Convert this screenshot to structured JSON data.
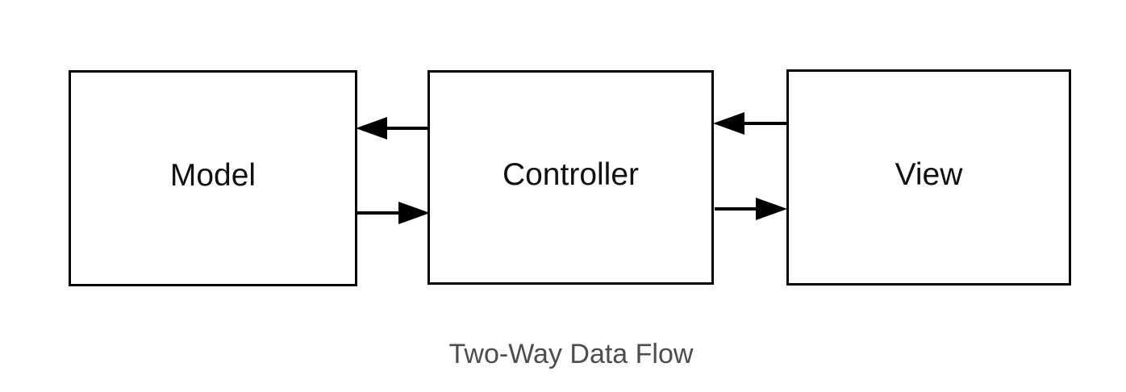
{
  "diagram": {
    "caption": "Two-Way Data Flow",
    "nodes": [
      {
        "id": "model",
        "label": "Model"
      },
      {
        "id": "controller",
        "label": "Controller"
      },
      {
        "id": "view",
        "label": "View"
      }
    ],
    "edges": [
      {
        "from": "controller",
        "to": "model",
        "direction": "left"
      },
      {
        "from": "model",
        "to": "controller",
        "direction": "right"
      },
      {
        "from": "view",
        "to": "controller",
        "direction": "left"
      },
      {
        "from": "controller",
        "to": "view",
        "direction": "right"
      }
    ],
    "colors": {
      "background": "#ffffff",
      "node_fill": "#ffffff",
      "node_stroke": "#000000",
      "node_label": "#111111",
      "arrow": "#000000",
      "caption": "#4d4d4d"
    }
  }
}
